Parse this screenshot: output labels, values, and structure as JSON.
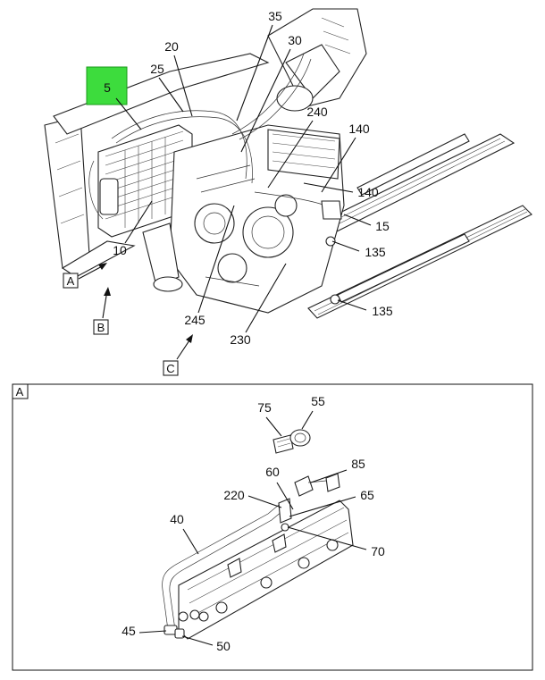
{
  "highlighted_item": {
    "number": "5",
    "color": "#3ddc3d"
  },
  "main_view_callouts": [
    "35",
    "20",
    "30",
    "25",
    "240",
    "140",
    "140",
    "15",
    "10",
    "135",
    "135",
    "245",
    "230"
  ],
  "view_markers": [
    "A",
    "B",
    "C"
  ],
  "detail_view": {
    "label": "A",
    "callouts": [
      "75",
      "55",
      "85",
      "60",
      "220",
      "65",
      "40",
      "70",
      "45",
      "50"
    ]
  }
}
